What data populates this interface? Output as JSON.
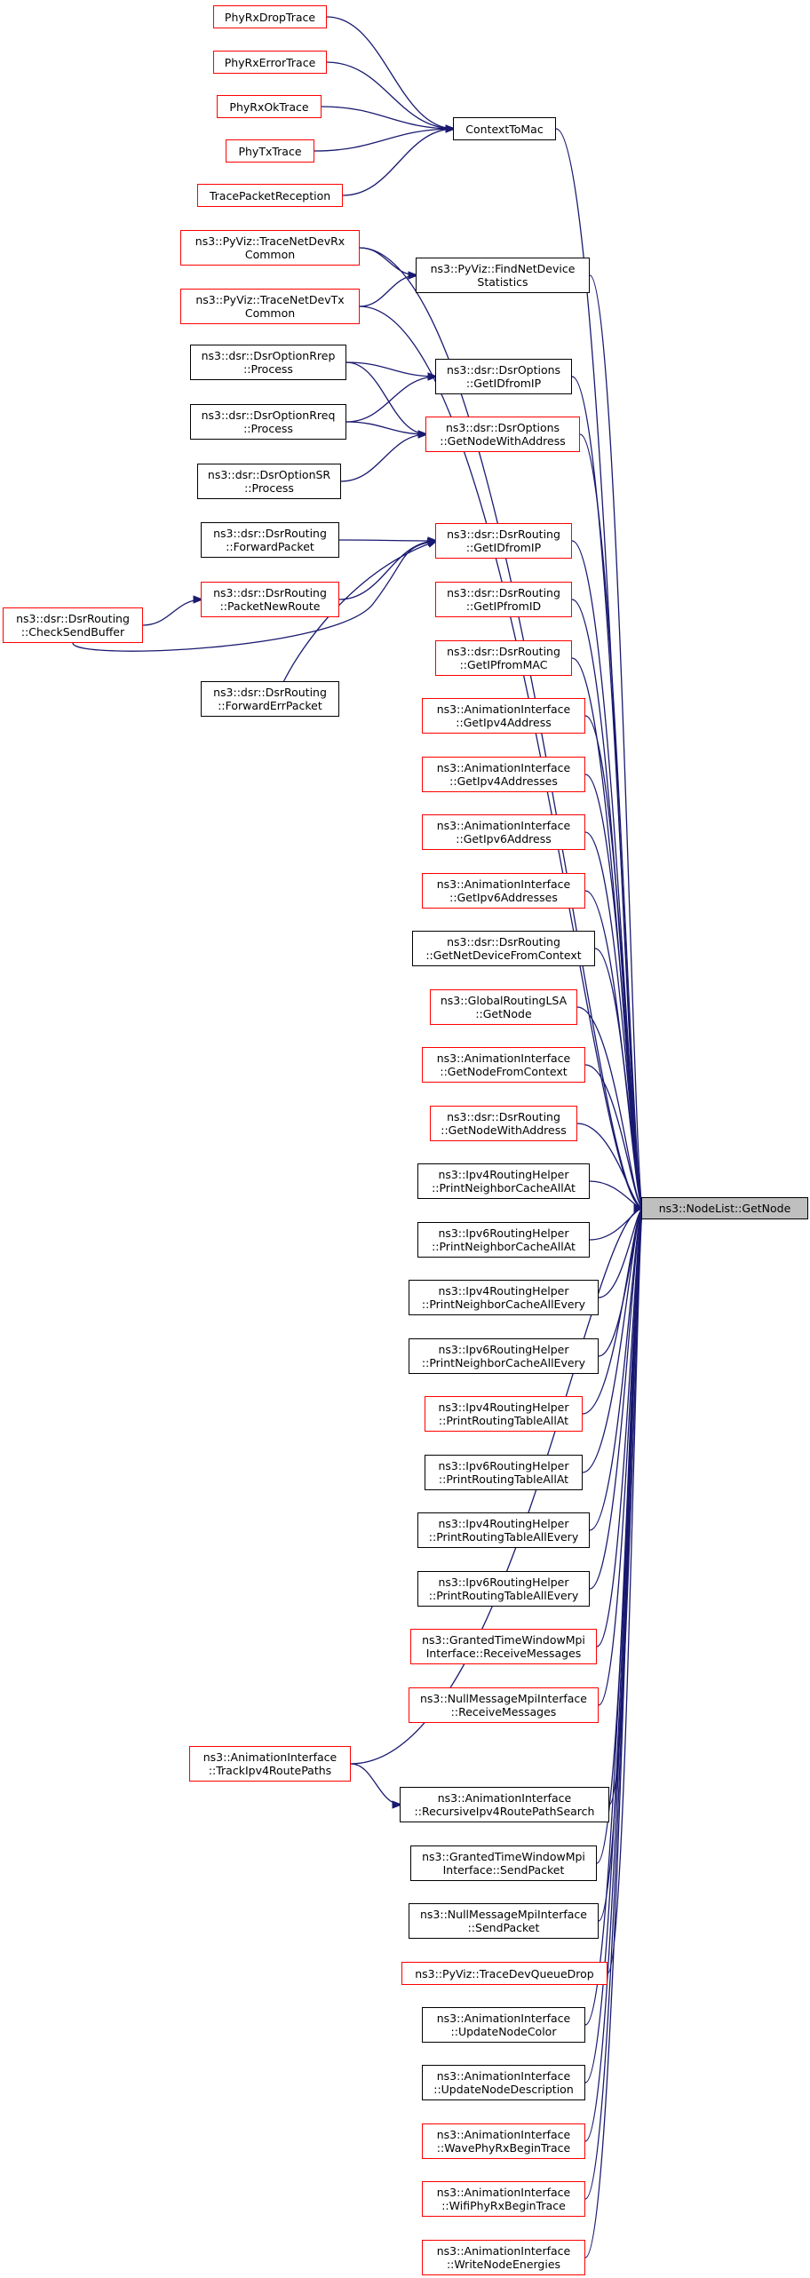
{
  "colors": {
    "edge": "#191970",
    "linked_border": "#ff0000",
    "plain_border": "#000000",
    "target_fill": "#bfbfbf"
  },
  "target": {
    "id": "getnode",
    "label": [
      "ns3::NodeList::GetNode"
    ]
  },
  "nodes": [
    {
      "id": "phyrxdrop",
      "label": [
        "PhyRxDropTrace"
      ],
      "red": true
    },
    {
      "id": "phyrxerror",
      "label": [
        "PhyRxErrorTrace"
      ],
      "red": true
    },
    {
      "id": "phyrxok",
      "label": [
        "PhyRxOkTrace"
      ],
      "red": true
    },
    {
      "id": "phytx",
      "label": [
        "PhyTxTrace"
      ],
      "red": true
    },
    {
      "id": "tracepacket",
      "label": [
        "TracePacketReception"
      ],
      "red": true
    },
    {
      "id": "contexttomac",
      "label": [
        "ContextToMac"
      ],
      "red": false
    },
    {
      "id": "netdevrx",
      "label": [
        "ns3::PyViz::TraceNetDevRx",
        "Common"
      ],
      "red": true
    },
    {
      "id": "findnetdev",
      "label": [
        "ns3::PyViz::FindNetDevice",
        "Statistics"
      ],
      "red": false
    },
    {
      "id": "netdevtx",
      "label": [
        "ns3::PyViz::TraceNetDevTx",
        "Common"
      ],
      "red": true
    },
    {
      "id": "optrrep",
      "label": [
        "ns3::dsr::DsrOptionRrep",
        "::Process"
      ],
      "red": false
    },
    {
      "id": "optgetidfromip",
      "label": [
        "ns3::dsr::DsrOptions",
        "::GetIDfromIP"
      ],
      "red": false
    },
    {
      "id": "optrreq",
      "label": [
        "ns3::dsr::DsrOptionRreq",
        "::Process"
      ],
      "red": false
    },
    {
      "id": "optgetnodewithaddr",
      "label": [
        "ns3::dsr::DsrOptions",
        "::GetNodeWithAddress"
      ],
      "red": true
    },
    {
      "id": "optsr",
      "label": [
        "ns3::dsr::DsrOptionSR",
        "::Process"
      ],
      "red": false
    },
    {
      "id": "forwardpacket",
      "label": [
        "ns3::dsr::DsrRouting",
        "::ForwardPacket"
      ],
      "red": false
    },
    {
      "id": "rgetidfromip",
      "label": [
        "ns3::dsr::DsrRouting",
        "::GetIDfromIP"
      ],
      "red": true
    },
    {
      "id": "checksendbuffer",
      "label": [
        "ns3::dsr::DsrRouting",
        "::CheckSendBuffer"
      ],
      "red": true
    },
    {
      "id": "packetnewroute",
      "label": [
        "ns3::dsr::DsrRouting",
        "::PacketNewRoute"
      ],
      "red": true
    },
    {
      "id": "forwarderr",
      "label": [
        "ns3::dsr::DsrRouting",
        "::ForwardErrPacket"
      ],
      "red": false
    },
    {
      "id": "getipfromid",
      "label": [
        "ns3::dsr::DsrRouting",
        "::GetIPfromID"
      ],
      "red": true
    },
    {
      "id": "getipfrommac",
      "label": [
        "ns3::dsr::DsrRouting",
        "::GetIPfromMAC"
      ],
      "red": true
    },
    {
      "id": "getipv4addr",
      "label": [
        "ns3::AnimationInterface",
        "::GetIpv4Address"
      ],
      "red": true
    },
    {
      "id": "getipv4addrs",
      "label": [
        "ns3::AnimationInterface",
        "::GetIpv4Addresses"
      ],
      "red": true
    },
    {
      "id": "getipv6addr",
      "label": [
        "ns3::AnimationInterface",
        "::GetIpv6Address"
      ],
      "red": true
    },
    {
      "id": "getipv6addrs",
      "label": [
        "ns3::AnimationInterface",
        "::GetIpv6Addresses"
      ],
      "red": true
    },
    {
      "id": "getnetdevctx",
      "label": [
        "ns3::dsr::DsrRouting",
        "::GetNetDeviceFromContext"
      ],
      "red": false
    },
    {
      "id": "globallsa",
      "label": [
        "ns3::GlobalRoutingLSA",
        "::GetNode"
      ],
      "red": true
    },
    {
      "id": "getnodefromctx",
      "label": [
        "ns3::AnimationInterface",
        "::GetNodeFromContext"
      ],
      "red": true
    },
    {
      "id": "rgetnodewithaddr",
      "label": [
        "ns3::dsr::DsrRouting",
        "::GetNodeWithAddress"
      ],
      "red": true
    },
    {
      "id": "v4ncallat",
      "label": [
        "ns3::Ipv4RoutingHelper",
        "::PrintNeighborCacheAllAt"
      ],
      "red": false
    },
    {
      "id": "v6ncallat",
      "label": [
        "ns3::Ipv6RoutingHelper",
        "::PrintNeighborCacheAllAt"
      ],
      "red": false
    },
    {
      "id": "v4ncallevery",
      "label": [
        "ns3::Ipv4RoutingHelper",
        "::PrintNeighborCacheAllEvery"
      ],
      "red": false
    },
    {
      "id": "v6ncallevery",
      "label": [
        "ns3::Ipv6RoutingHelper",
        "::PrintNeighborCacheAllEvery"
      ],
      "red": false
    },
    {
      "id": "v4rtallat",
      "label": [
        "ns3::Ipv4RoutingHelper",
        "::PrintRoutingTableAllAt"
      ],
      "red": true
    },
    {
      "id": "v6rtallat",
      "label": [
        "ns3::Ipv6RoutingHelper",
        "::PrintRoutingTableAllAt"
      ],
      "red": false
    },
    {
      "id": "v4rtallevery",
      "label": [
        "ns3::Ipv4RoutingHelper",
        "::PrintRoutingTableAllEvery"
      ],
      "red": false
    },
    {
      "id": "v6rtallevery",
      "label": [
        "ns3::Ipv6RoutingHelper",
        "::PrintRoutingTableAllEvery"
      ],
      "red": false
    },
    {
      "id": "gtwrecv",
      "label": [
        "ns3::GrantedTimeWindowMpi",
        "Interface::ReceiveMessages"
      ],
      "red": true
    },
    {
      "id": "nullrecv",
      "label": [
        "ns3::NullMessageMpiInterface",
        "::ReceiveMessages"
      ],
      "red": true
    },
    {
      "id": "trackipv4",
      "label": [
        "ns3::AnimationInterface",
        "::TrackIpv4RoutePaths"
      ],
      "red": true
    },
    {
      "id": "recursiveipv4",
      "label": [
        "ns3::AnimationInterface",
        "::RecursiveIpv4RoutePathSearch"
      ],
      "red": false
    },
    {
      "id": "gtwsend",
      "label": [
        "ns3::GrantedTimeWindowMpi",
        "Interface::SendPacket"
      ],
      "red": false
    },
    {
      "id": "nullsend",
      "label": [
        "ns3::NullMessageMpiInterface",
        "::SendPacket"
      ],
      "red": false
    },
    {
      "id": "devqueuedrop",
      "label": [
        "ns3::PyViz::TraceDevQueueDrop"
      ],
      "red": true
    },
    {
      "id": "updatecolor",
      "label": [
        "ns3::AnimationInterface",
        "::UpdateNodeColor"
      ],
      "red": false
    },
    {
      "id": "updatedesc",
      "label": [
        "ns3::AnimationInterface",
        "::UpdateNodeDescription"
      ],
      "red": false
    },
    {
      "id": "wavephy",
      "label": [
        "ns3::AnimationInterface",
        "::WavePhyRxBeginTrace"
      ],
      "red": true
    },
    {
      "id": "wifiphy",
      "label": [
        "ns3::AnimationInterface",
        "::WifiPhyRxBeginTrace"
      ],
      "red": true
    },
    {
      "id": "writeenergy",
      "label": [
        "ns3::AnimationInterface",
        "::WriteNodeEnergies"
      ],
      "red": true
    }
  ],
  "edges": [
    [
      "phyrxdrop",
      "contexttomac"
    ],
    [
      "phyrxerror",
      "contexttomac"
    ],
    [
      "phyrxok",
      "contexttomac"
    ],
    [
      "phytx",
      "contexttomac"
    ],
    [
      "tracepacket",
      "contexttomac"
    ],
    [
      "contexttomac",
      "getnode"
    ],
    [
      "netdevrx",
      "findnetdev"
    ],
    [
      "netdevtx",
      "findnetdev"
    ],
    [
      "netdevrx",
      "getnode"
    ],
    [
      "findnetdev",
      "getnode"
    ],
    [
      "netdevtx",
      "getnode"
    ],
    [
      "optrrep",
      "optgetidfromip"
    ],
    [
      "optrrep",
      "optgetnodewithaddr"
    ],
    [
      "optrreq",
      "optgetidfromip"
    ],
    [
      "optrreq",
      "optgetnodewithaddr"
    ],
    [
      "optsr",
      "optgetnodewithaddr"
    ],
    [
      "optgetidfromip",
      "getnode"
    ],
    [
      "optgetnodewithaddr",
      "getnode"
    ],
    [
      "forwardpacket",
      "rgetidfromip"
    ],
    [
      "packetnewroute",
      "rgetidfromip"
    ],
    [
      "checksendbuffer",
      "rgetidfromip"
    ],
    [
      "forwarderr",
      "rgetidfromip"
    ],
    [
      "checksendbuffer",
      "packetnewroute"
    ],
    [
      "rgetidfromip",
      "getnode"
    ],
    [
      "getipfromid",
      "getnode"
    ],
    [
      "getipfrommac",
      "getnode"
    ],
    [
      "getipv4addr",
      "getnode"
    ],
    [
      "getipv4addrs",
      "getnode"
    ],
    [
      "getipv6addr",
      "getnode"
    ],
    [
      "getipv6addrs",
      "getnode"
    ],
    [
      "getnetdevctx",
      "getnode"
    ],
    [
      "globallsa",
      "getnode"
    ],
    [
      "getnodefromctx",
      "getnode"
    ],
    [
      "rgetnodewithaddr",
      "getnode"
    ],
    [
      "v4ncallat",
      "getnode"
    ],
    [
      "v6ncallat",
      "getnode"
    ],
    [
      "v4ncallevery",
      "getnode"
    ],
    [
      "v6ncallevery",
      "getnode"
    ],
    [
      "v4rtallat",
      "getnode"
    ],
    [
      "v6rtallat",
      "getnode"
    ],
    [
      "v4rtallevery",
      "getnode"
    ],
    [
      "v6rtallevery",
      "getnode"
    ],
    [
      "gtwrecv",
      "getnode"
    ],
    [
      "nullrecv",
      "getnode"
    ],
    [
      "trackipv4",
      "getnode"
    ],
    [
      "trackipv4",
      "recursiveipv4"
    ],
    [
      "recursiveipv4",
      "getnode"
    ],
    [
      "gtwsend",
      "getnode"
    ],
    [
      "nullsend",
      "getnode"
    ],
    [
      "devqueuedrop",
      "getnode"
    ],
    [
      "updatecolor",
      "getnode"
    ],
    [
      "updatedesc",
      "getnode"
    ],
    [
      "wavephy",
      "getnode"
    ],
    [
      "wifiphy",
      "getnode"
    ],
    [
      "writeenergy",
      "getnode"
    ]
  ]
}
